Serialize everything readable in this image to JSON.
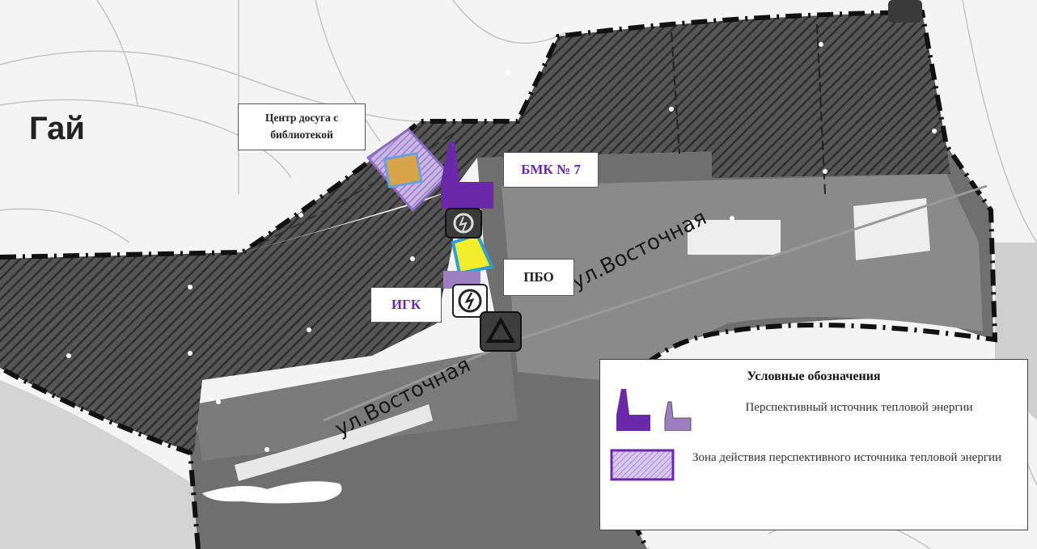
{
  "map": {
    "settlement_label": "Гай",
    "street_labels": [
      "ул.Восточная",
      "ул.Восточная"
    ],
    "callouts": {
      "leisure_center": "Центр досуга с библиотекой",
      "bmk": "БМК № 7",
      "pbo": "ПБО",
      "igk": "ИГК"
    },
    "colors": {
      "purple_source": "#6a2aa8",
      "light_purple_source": "#9b7fc0",
      "hatch_dark": "#3e3e3e",
      "zone_gray": "#7d7d7d",
      "boundary": "#111111",
      "callout_purple_text": "#6a2aa8"
    },
    "icons": [
      "boiler-icon",
      "power-station-icon",
      "triangle-facility-icon"
    ]
  },
  "legend": {
    "title": "Условные обозначения",
    "source_label": "Перспективный источник тепловой энергии",
    "zone_label": "Зона действия перспективного источника тепловой энергии"
  }
}
